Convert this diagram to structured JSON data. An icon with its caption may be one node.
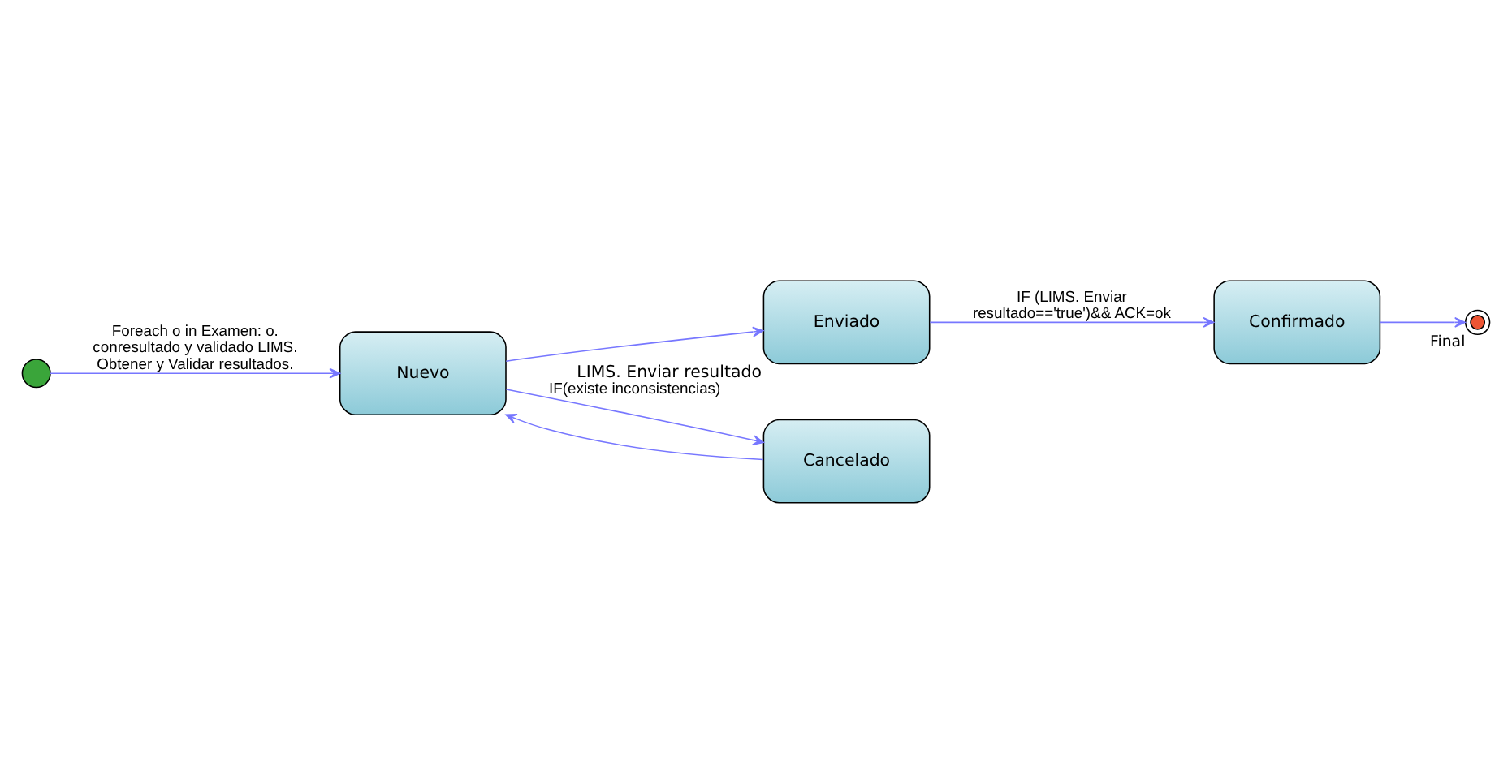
{
  "diagram": {
    "nodes": [
      {
        "text": [],
        "shape": "circle"
      },
      {
        "text": [
          "Nuevo"
        ]
      },
      {
        "text": [
          "Enviado"
        ],
        "beside": [
          "LIMS. Enviar resultado"
        ]
      },
      {
        "text": [
          "Confirmado"
        ]
      },
      {
        "text": [],
        "shape": "circle",
        "beside": [
          "Final"
        ]
      },
      {
        "text": [
          "Cancelado"
        ]
      }
    ],
    "edges": [
      {
        "from": 0,
        "to": 1,
        "arrow": "to",
        "label": "Foreach o in Examen: o. conresultado y validado LIMS. Obtener y Validar resultados."
      },
      {
        "from": 1,
        "to": 2,
        "arrow": "to"
      },
      {
        "from": 2,
        "to": 3,
        "arrow": "to",
        "label": "IF (LIMS. Enviar resultado=='true')&& ACK=ok"
      },
      {
        "from": 3,
        "to": 4,
        "arrow": "to"
      },
      {
        "from": 1,
        "to": 5,
        "arrow": "to",
        "label": "IF(existe inconsistencias)"
      },
      {
        "from": 5,
        "to": 1,
        "arrow": "to"
      }
    ]
  }
}
